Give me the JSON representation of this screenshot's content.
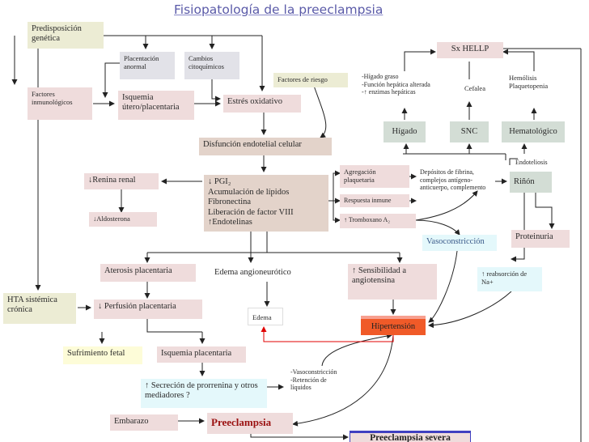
{
  "title": "Fisiopatología de la preeclampsia",
  "nodes": {
    "predisposicion": "Predisposición genética",
    "placentacion": "Placentación anormal",
    "cambios": "Cambios citoquímicos",
    "factores_inmuno": "Factores inmunológicos",
    "isquemia_utero": "Isquemia útero/placentaria",
    "estres": "Estrés oxidativo",
    "factores_riesgo": "Factores de riesgo",
    "disfuncion": "Disfunción endotelial celular",
    "pgi_block": [
      "↓ PGI₂",
      "Acumulación de lípidos",
      "Fibronectina",
      "Liberación de factor VIII",
      "↑Endotelinas"
    ],
    "renina": "↓Renina renal",
    "aldosterona": "↓Aldosterona",
    "agregacion": "Agregación plaquetaria",
    "respuesta": "Respuesta inmune",
    "tromboxano": "↑ Tromboxano A₂",
    "depositos": "Depósitos de fibrina, complejos antígeno-anticuerpo, complemento",
    "endoteliosis": "Endoteliosis",
    "rinon": "Riñón",
    "sx_hellp": "Sx HELLP",
    "higado_list": [
      "-Hígado graso",
      "-Función hepática alterada",
      "-↑ enzimas hepáticas"
    ],
    "cefalea": "Cefalea",
    "hemolisis": "Hemólisis Plaquetopenia",
    "higado": "Hígado",
    "snc": "SNC",
    "hematologico": "Hematológico",
    "vasoconstriccion": "Vasoconstricción",
    "proteinuria": "Proteinuria",
    "reabsorcion": "↑ reabsorción de Na+",
    "aterosis": "Aterosis placentaria",
    "edema_angio": "Edema angioneurótico",
    "sensibilidad": "↑ Sensibilidad a angiotensina",
    "hta": "HTA sistémica crónica",
    "perfusion": "↓ Perfusión placentaria",
    "edema": "Edema",
    "hipertension": "Hipertensión",
    "sufrimiento": "Sufrimiento fetal",
    "isquemia_placentaria": "Isquemia placentaria",
    "secrecion": "↑ Secreción de prorrenina y otros mediadores ?",
    "vaso_list": [
      "-Vasoconstricción",
      "-Retención de líquidos"
    ],
    "embarazo": "Embarazo",
    "preeclampsia": "Preeclampsia",
    "preeclampsia_severa": "Preeclampsia severa"
  },
  "colors": {
    "arrow": "#222222",
    "red_arrow": "#e00000",
    "title": "#5a5aa8",
    "hipertension_fill": "#f05a28",
    "severa_border": "#4040c0"
  }
}
